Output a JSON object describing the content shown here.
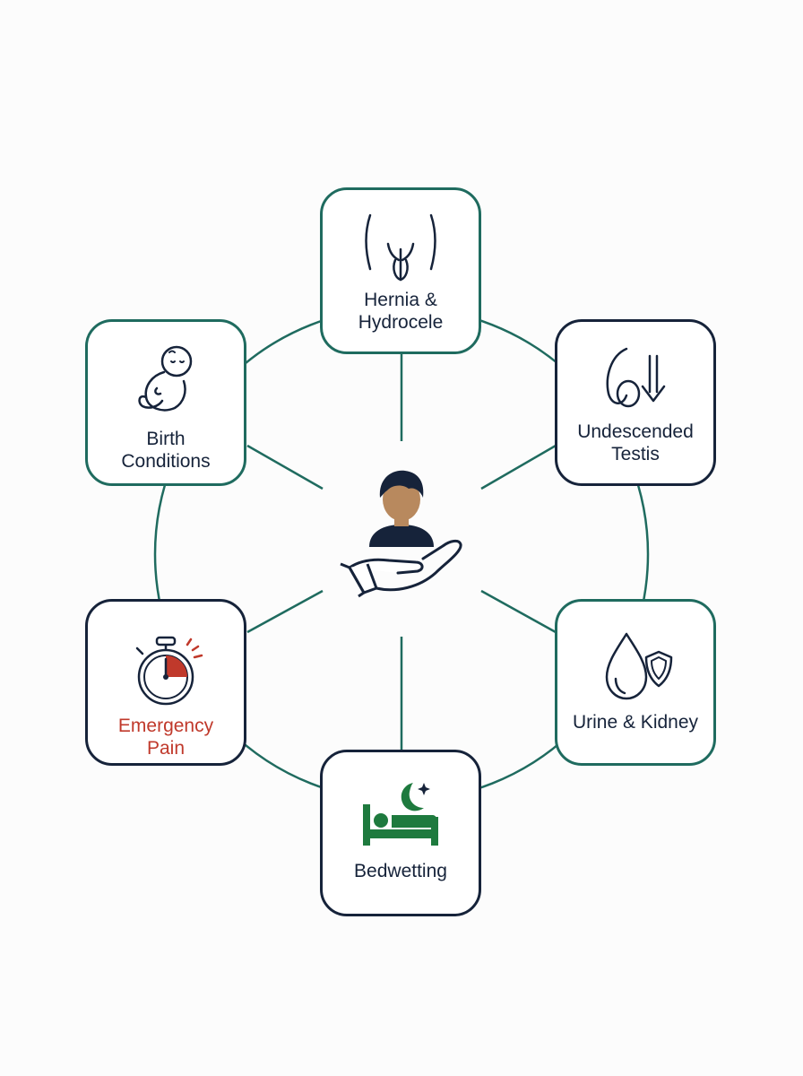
{
  "diagram": {
    "center": {
      "icon": "hand-holding-child-icon"
    },
    "colors": {
      "connector": "#1f6b5f",
      "border_teal": "#1f6b5f",
      "border_dark": "#16233a",
      "text": "#16233a",
      "emergency_text": "#c0392b",
      "icon_green": "#1e7a3e",
      "icon_red": "#c0392b"
    },
    "nodes": [
      {
        "id": "hernia",
        "lines": [
          "Hernia &",
          "Hydrocele"
        ],
        "icon": "groin-anatomy-icon"
      },
      {
        "id": "undescended",
        "lines": [
          "Undescended",
          "Testis"
        ],
        "icon": "testis-down-arrow-icon"
      },
      {
        "id": "urine",
        "lines": [
          "Urine & Kidney"
        ],
        "icon": "drop-shield-icon"
      },
      {
        "id": "bedwetting",
        "lines": [
          "Bedwetting"
        ],
        "icon": "moon-bed-icon"
      },
      {
        "id": "emergency",
        "lines": [
          "Emergency",
          "Pain"
        ],
        "icon": "stopwatch-icon"
      },
      {
        "id": "birth",
        "lines": [
          "Birth",
          "Conditions"
        ],
        "icon": "baby-icon"
      }
    ]
  }
}
